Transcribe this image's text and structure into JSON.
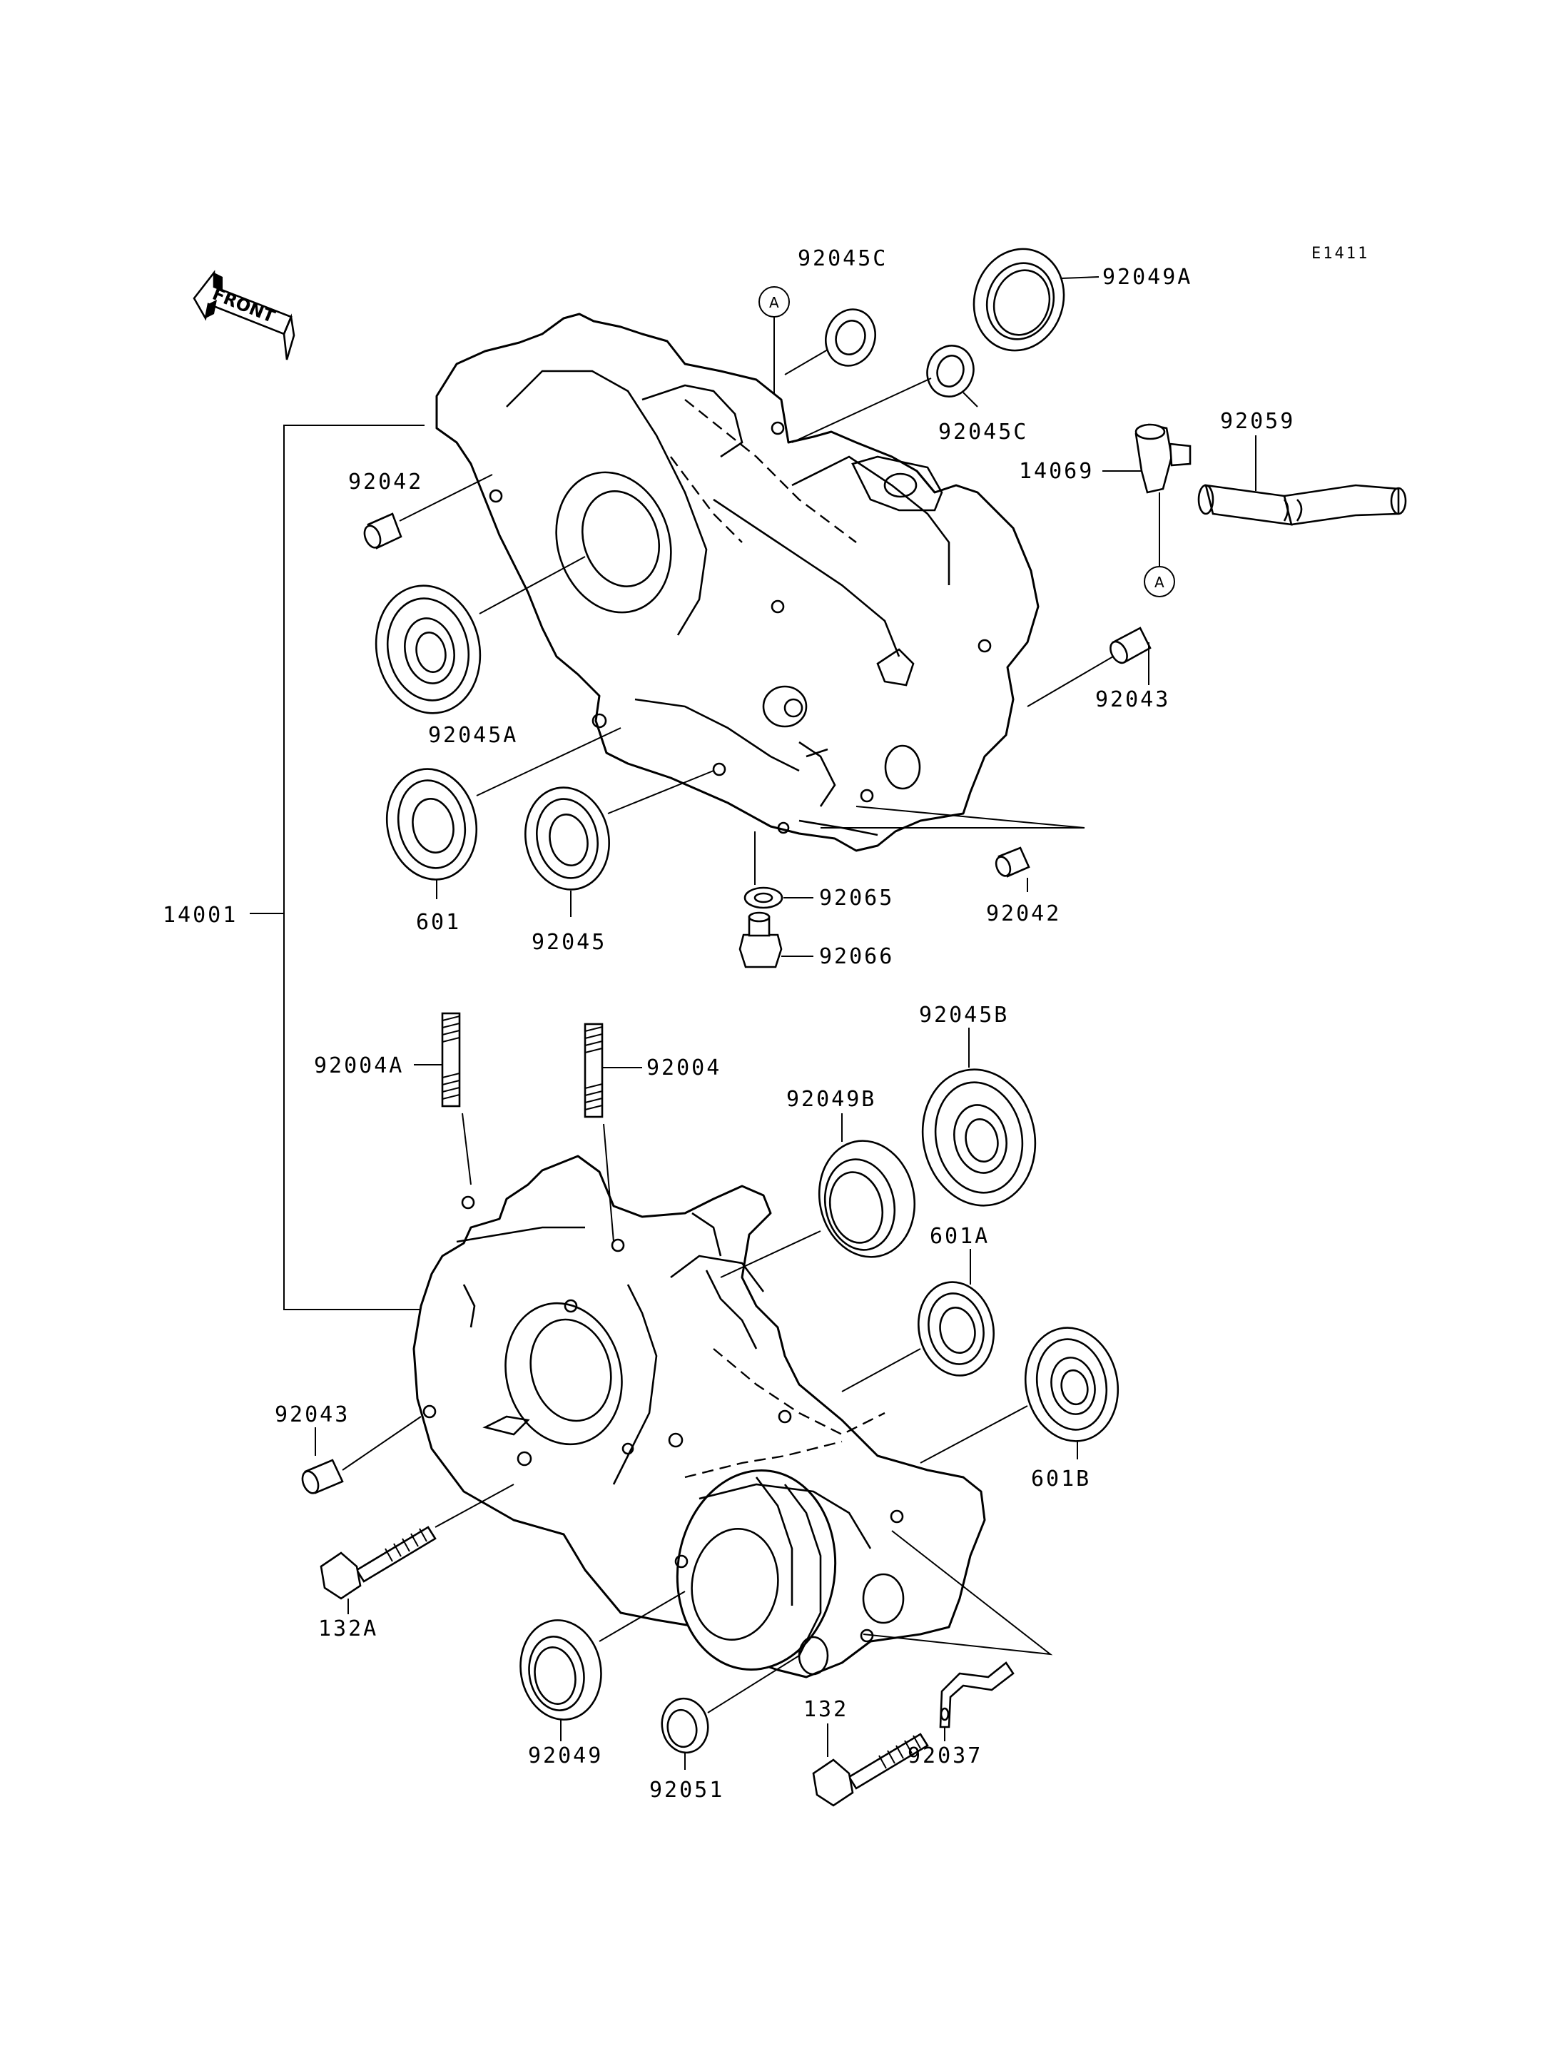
{
  "diagram": {
    "code": "E1411",
    "front_arrow_label": "FRONT",
    "reference_markers": [
      "A",
      "A"
    ],
    "parts": [
      {
        "id": "p92045C_top",
        "label": "92045C"
      },
      {
        "id": "p92049A",
        "label": "92049A"
      },
      {
        "id": "p92045C_mid",
        "label": "92045C"
      },
      {
        "id": "p92059",
        "label": "92059"
      },
      {
        "id": "p14069",
        "label": "14069"
      },
      {
        "id": "p92042_top",
        "label": "92042"
      },
      {
        "id": "p92045A",
        "label": "92045A"
      },
      {
        "id": "p92043_right",
        "label": "92043"
      },
      {
        "id": "p601",
        "label": "601"
      },
      {
        "id": "p92045",
        "label": "92045"
      },
      {
        "id": "p92065",
        "label": "92065"
      },
      {
        "id": "p92042_right",
        "label": "92042"
      },
      {
        "id": "p92066",
        "label": "92066"
      },
      {
        "id": "p14001",
        "label": "14001"
      },
      {
        "id": "p92004A",
        "label": "92004A"
      },
      {
        "id": "p92004",
        "label": "92004"
      },
      {
        "id": "p92045B",
        "label": "92045B"
      },
      {
        "id": "p92049B",
        "label": "92049B"
      },
      {
        "id": "p601A",
        "label": "601A"
      },
      {
        "id": "p92043_left",
        "label": "92043"
      },
      {
        "id": "p601B",
        "label": "601B"
      },
      {
        "id": "p132A",
        "label": "132A"
      },
      {
        "id": "p132",
        "label": "132"
      },
      {
        "id": "p92049",
        "label": "92049"
      },
      {
        "id": "p92051",
        "label": "92051"
      },
      {
        "id": "p92037",
        "label": "92037"
      }
    ]
  }
}
